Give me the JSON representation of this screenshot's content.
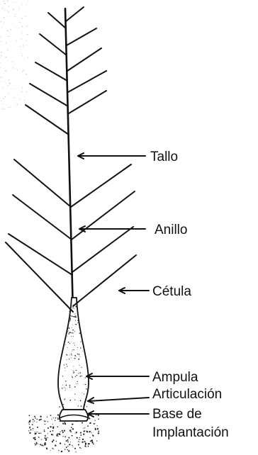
{
  "figure": {
    "labels": {
      "tallo": "Tallo",
      "anillo": "Anillo",
      "cetula": "Cétula",
      "ampula": "Ampula",
      "articulacion": "Articulación",
      "base_line1": "Base de",
      "base_line2": "Implantación"
    }
  },
  "colors": {
    "ink": "#111111",
    "background": "#ffffff"
  }
}
